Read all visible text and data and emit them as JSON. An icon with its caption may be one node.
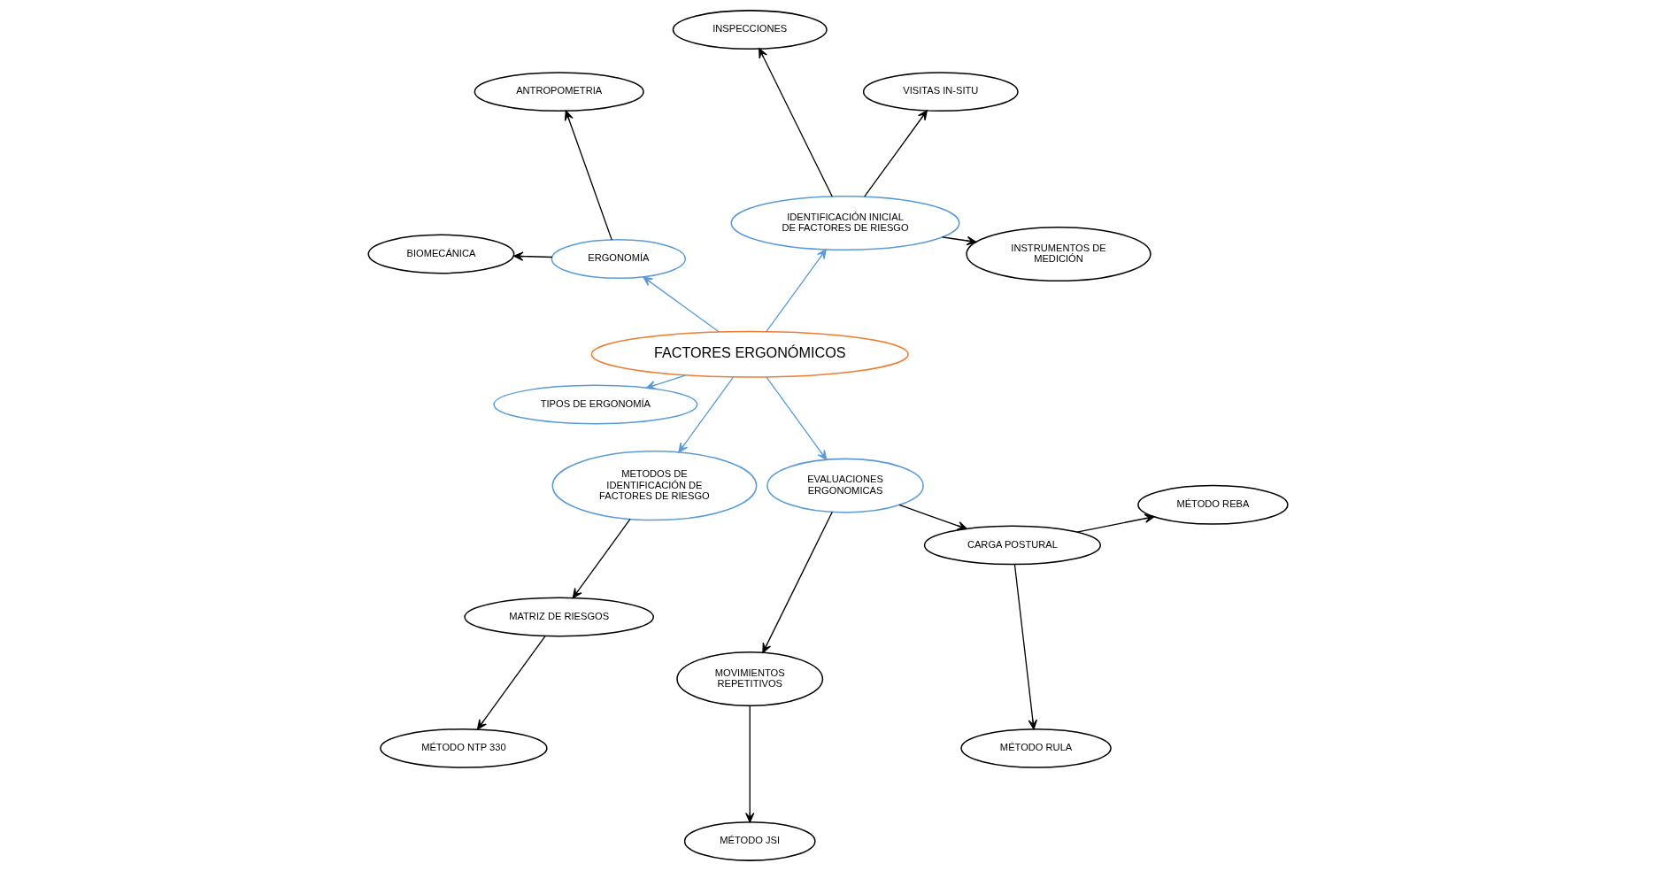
{
  "diagram": {
    "nodes": [
      {
        "text": [
          "FACTORES ERGONÓMICOS"
        ]
      },
      {
        "text": [
          "IDENTIFICACIÓN INICIAL DE FACTORES DE RIESGO"
        ]
      },
      {
        "text": [
          "INSTRUMENTOS DE MEDICIÓN"
        ]
      },
      {
        "text": [
          "VISITAS IN-SITU"
        ]
      },
      {
        "text": [
          "INSPECCIONES"
        ]
      },
      {
        "text": [
          "ERGONOMÍA"
        ]
      },
      {
        "text": [
          "ANTROPOMETRIA"
        ]
      },
      {
        "text": [
          "BIOMECÁNICA"
        ]
      },
      {
        "text": [
          "TIPOS DE ERGONOMÍA"
        ]
      },
      {
        "text": [
          "METODOS DE IDENTIFICACIÓN DE FACTORES DE RIESGO"
        ]
      },
      {
        "text": [
          "MATRIZ DE RIESGOS"
        ]
      },
      {
        "text": [
          "MÉTODO NTP 330"
        ]
      },
      {
        "text": [
          "EVALUACIONES ERGONOMICAS"
        ]
      },
      {
        "text": [
          "MOVIMIENTOS REPETITIVOS"
        ]
      },
      {
        "text": [
          "MÉTODO JSI"
        ]
      },
      {
        "text": [
          "CARGA POSTURAL"
        ]
      },
      {
        "text": [
          "MÉTODO RULA"
        ]
      },
      {
        "text": [
          "MÉTODO REBA"
        ]
      }
    ],
    "edges": [
      {
        "from": 0,
        "to": 1,
        "arrow": "to",
        "color": "#5b9bd5"
      },
      {
        "from": 1,
        "to": 2,
        "arrow": "to"
      },
      {
        "from": 1,
        "to": 3,
        "arrow": "to"
      },
      {
        "from": 1,
        "to": 4,
        "arrow": "to"
      },
      {
        "from": 0,
        "to": 5,
        "arrow": "to",
        "color": "#5b9bd5"
      },
      {
        "from": 5,
        "to": 6,
        "arrow": "to"
      },
      {
        "from": 5,
        "to": 7,
        "arrow": "to"
      },
      {
        "from": 0,
        "to": 8,
        "arrow": "to",
        "color": "#5b9bd5"
      },
      {
        "from": 0,
        "to": 9,
        "arrow": "to",
        "color": "#5b9bd5"
      },
      {
        "from": 9,
        "to": 10,
        "arrow": "to"
      },
      {
        "from": 10,
        "to": 11,
        "arrow": "to"
      },
      {
        "from": 0,
        "to": 12,
        "arrow": "to",
        "color": "#5b9bd5"
      },
      {
        "from": 12,
        "to": 13,
        "arrow": "to"
      },
      {
        "from": 13,
        "to": 14,
        "arrow": "to"
      },
      {
        "from": 12,
        "to": 15,
        "arrow": "to"
      },
      {
        "from": 15,
        "to": 16,
        "arrow": "to"
      },
      {
        "from": 15,
        "to": 17,
        "arrow": "to"
      }
    ]
  }
}
